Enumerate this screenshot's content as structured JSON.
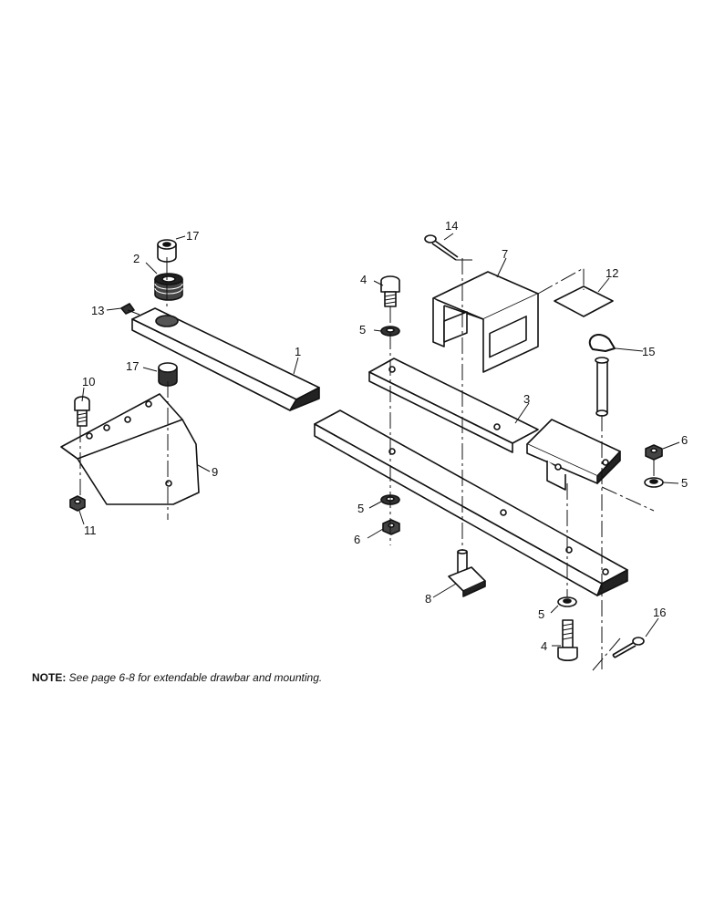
{
  "callouts": {
    "c1": "1",
    "c2": "2",
    "c3": "3",
    "c4a": "4",
    "c4b": "4",
    "c5a": "5",
    "c5b": "5",
    "c5c": "5",
    "c5d": "5",
    "c6a": "6",
    "c6b": "6",
    "c7": "7",
    "c8": "8",
    "c9": "9",
    "c10": "10",
    "c11": "11",
    "c12": "12",
    "c13": "13",
    "c14": "14",
    "c15": "15",
    "c16": "16",
    "c17a": "17",
    "c17b": "17"
  },
  "note": {
    "label": "NOTE:",
    "text": " See page 6-8 for extendable drawbar and mounting."
  }
}
